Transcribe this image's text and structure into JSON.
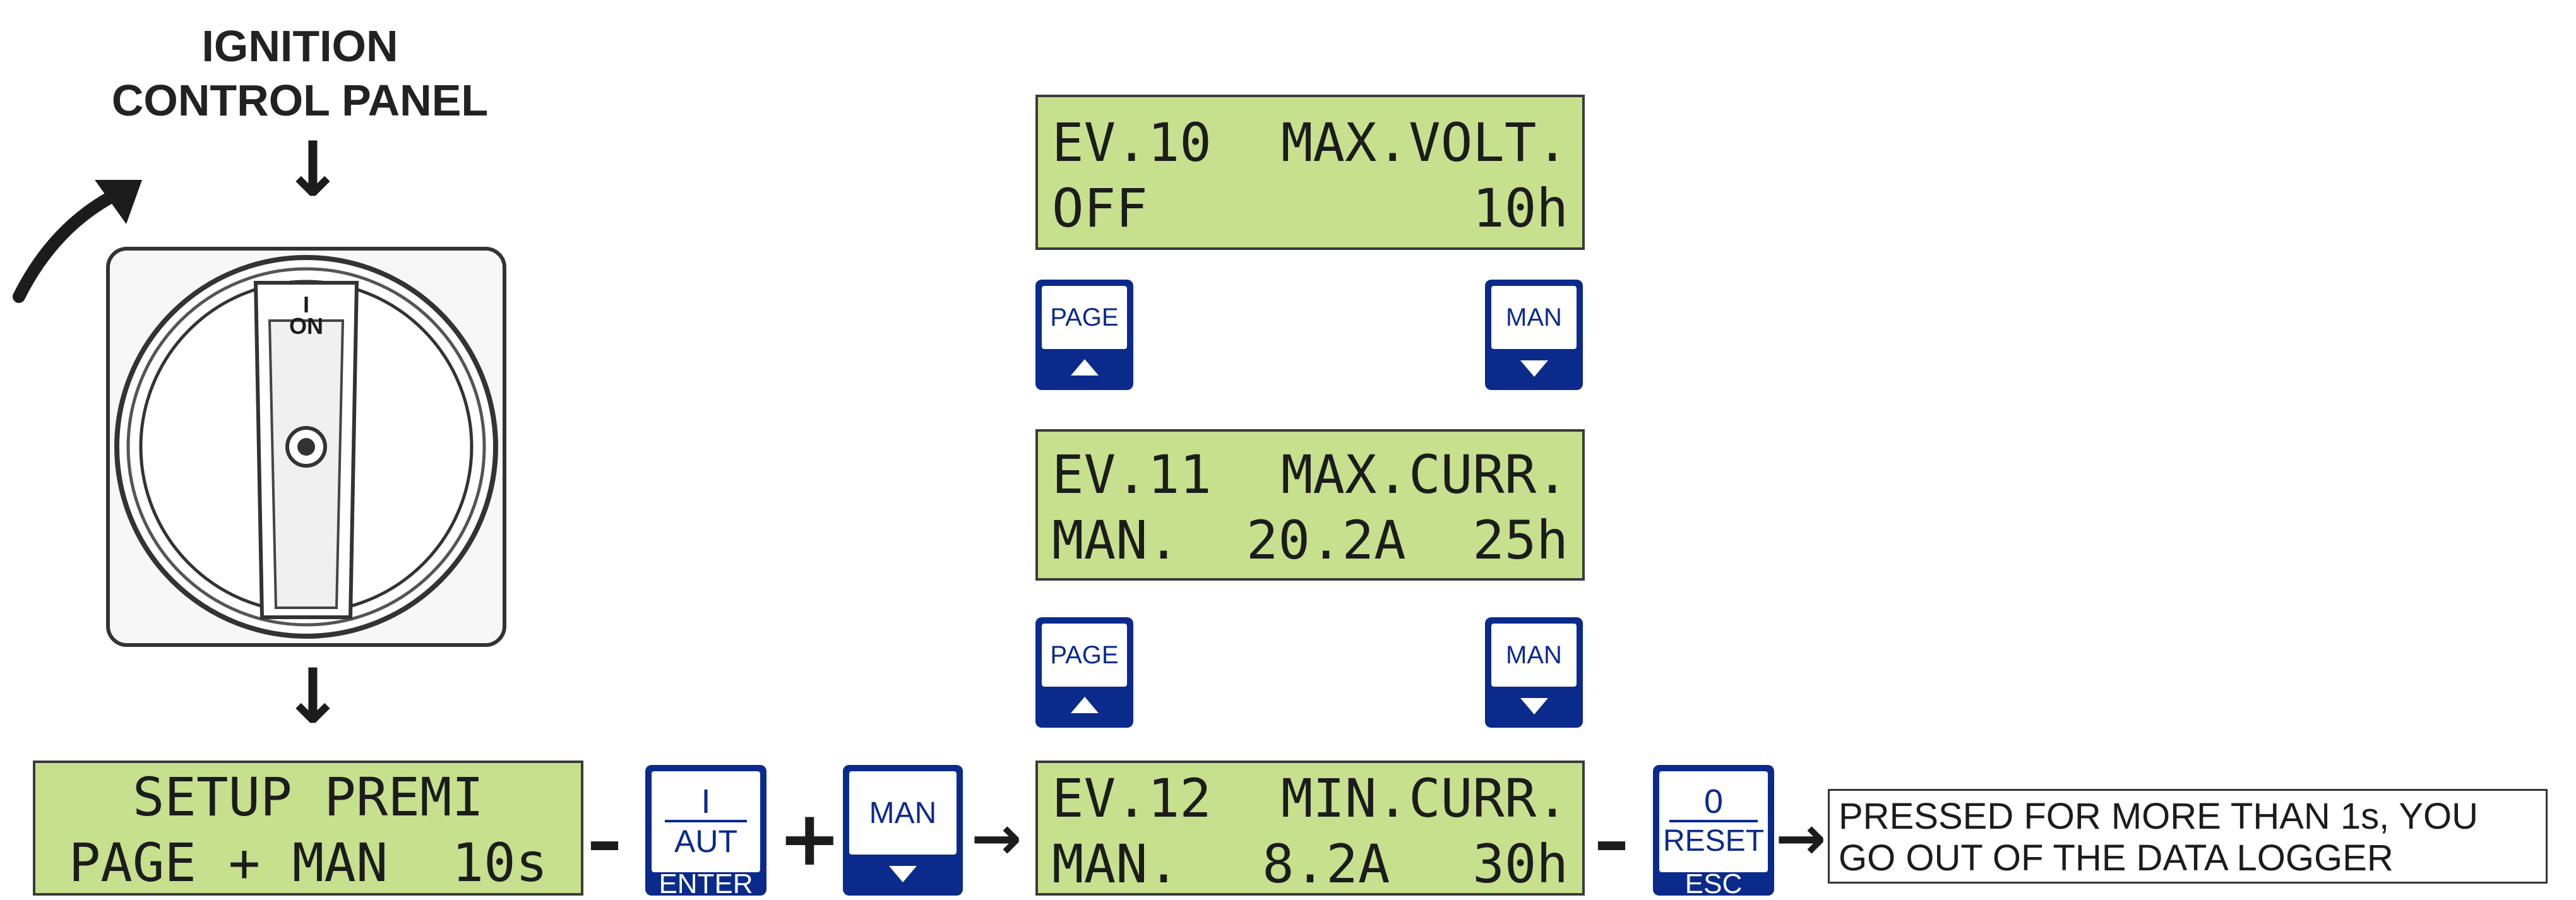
{
  "title": {
    "line1": "IGNITION",
    "line2": "CONTROL PANEL"
  },
  "switch": {
    "mark": "I",
    "label": "ON"
  },
  "setup_display": {
    "line1": "SETUP PREMI",
    "line2": "PAGE + MAN  10s"
  },
  "events": [
    {
      "id": "EV.10",
      "name": "MAX.VOLT.",
      "mode": "OFF",
      "value": "",
      "hours": "10h"
    },
    {
      "id": "EV.11",
      "name": "MAX.CURR.",
      "mode": "MAN.",
      "value": "20.2A",
      "hours": "25h"
    },
    {
      "id": "EV.12",
      "name": "MIN.CURR.",
      "mode": "MAN.",
      "value": "8.2A",
      "hours": "30h"
    }
  ],
  "keys": {
    "page": "PAGE",
    "man": "MAN",
    "aut_top": "I",
    "aut_mid": "AUT",
    "aut_sub": "ENTER",
    "reset_top": "0",
    "reset_mid": "RESET",
    "reset_sub": "ESC"
  },
  "symbols": {
    "dash": "–",
    "plus": "+",
    "arrow": "→",
    "down_arrow": "↓"
  },
  "note": "PRESSED FOR MORE THAN 1s, YOU GO OUT OF THE DATA LOGGER",
  "colors": {
    "lcd": "#c6e08e",
    "key_blue": "#0a2a8c"
  }
}
